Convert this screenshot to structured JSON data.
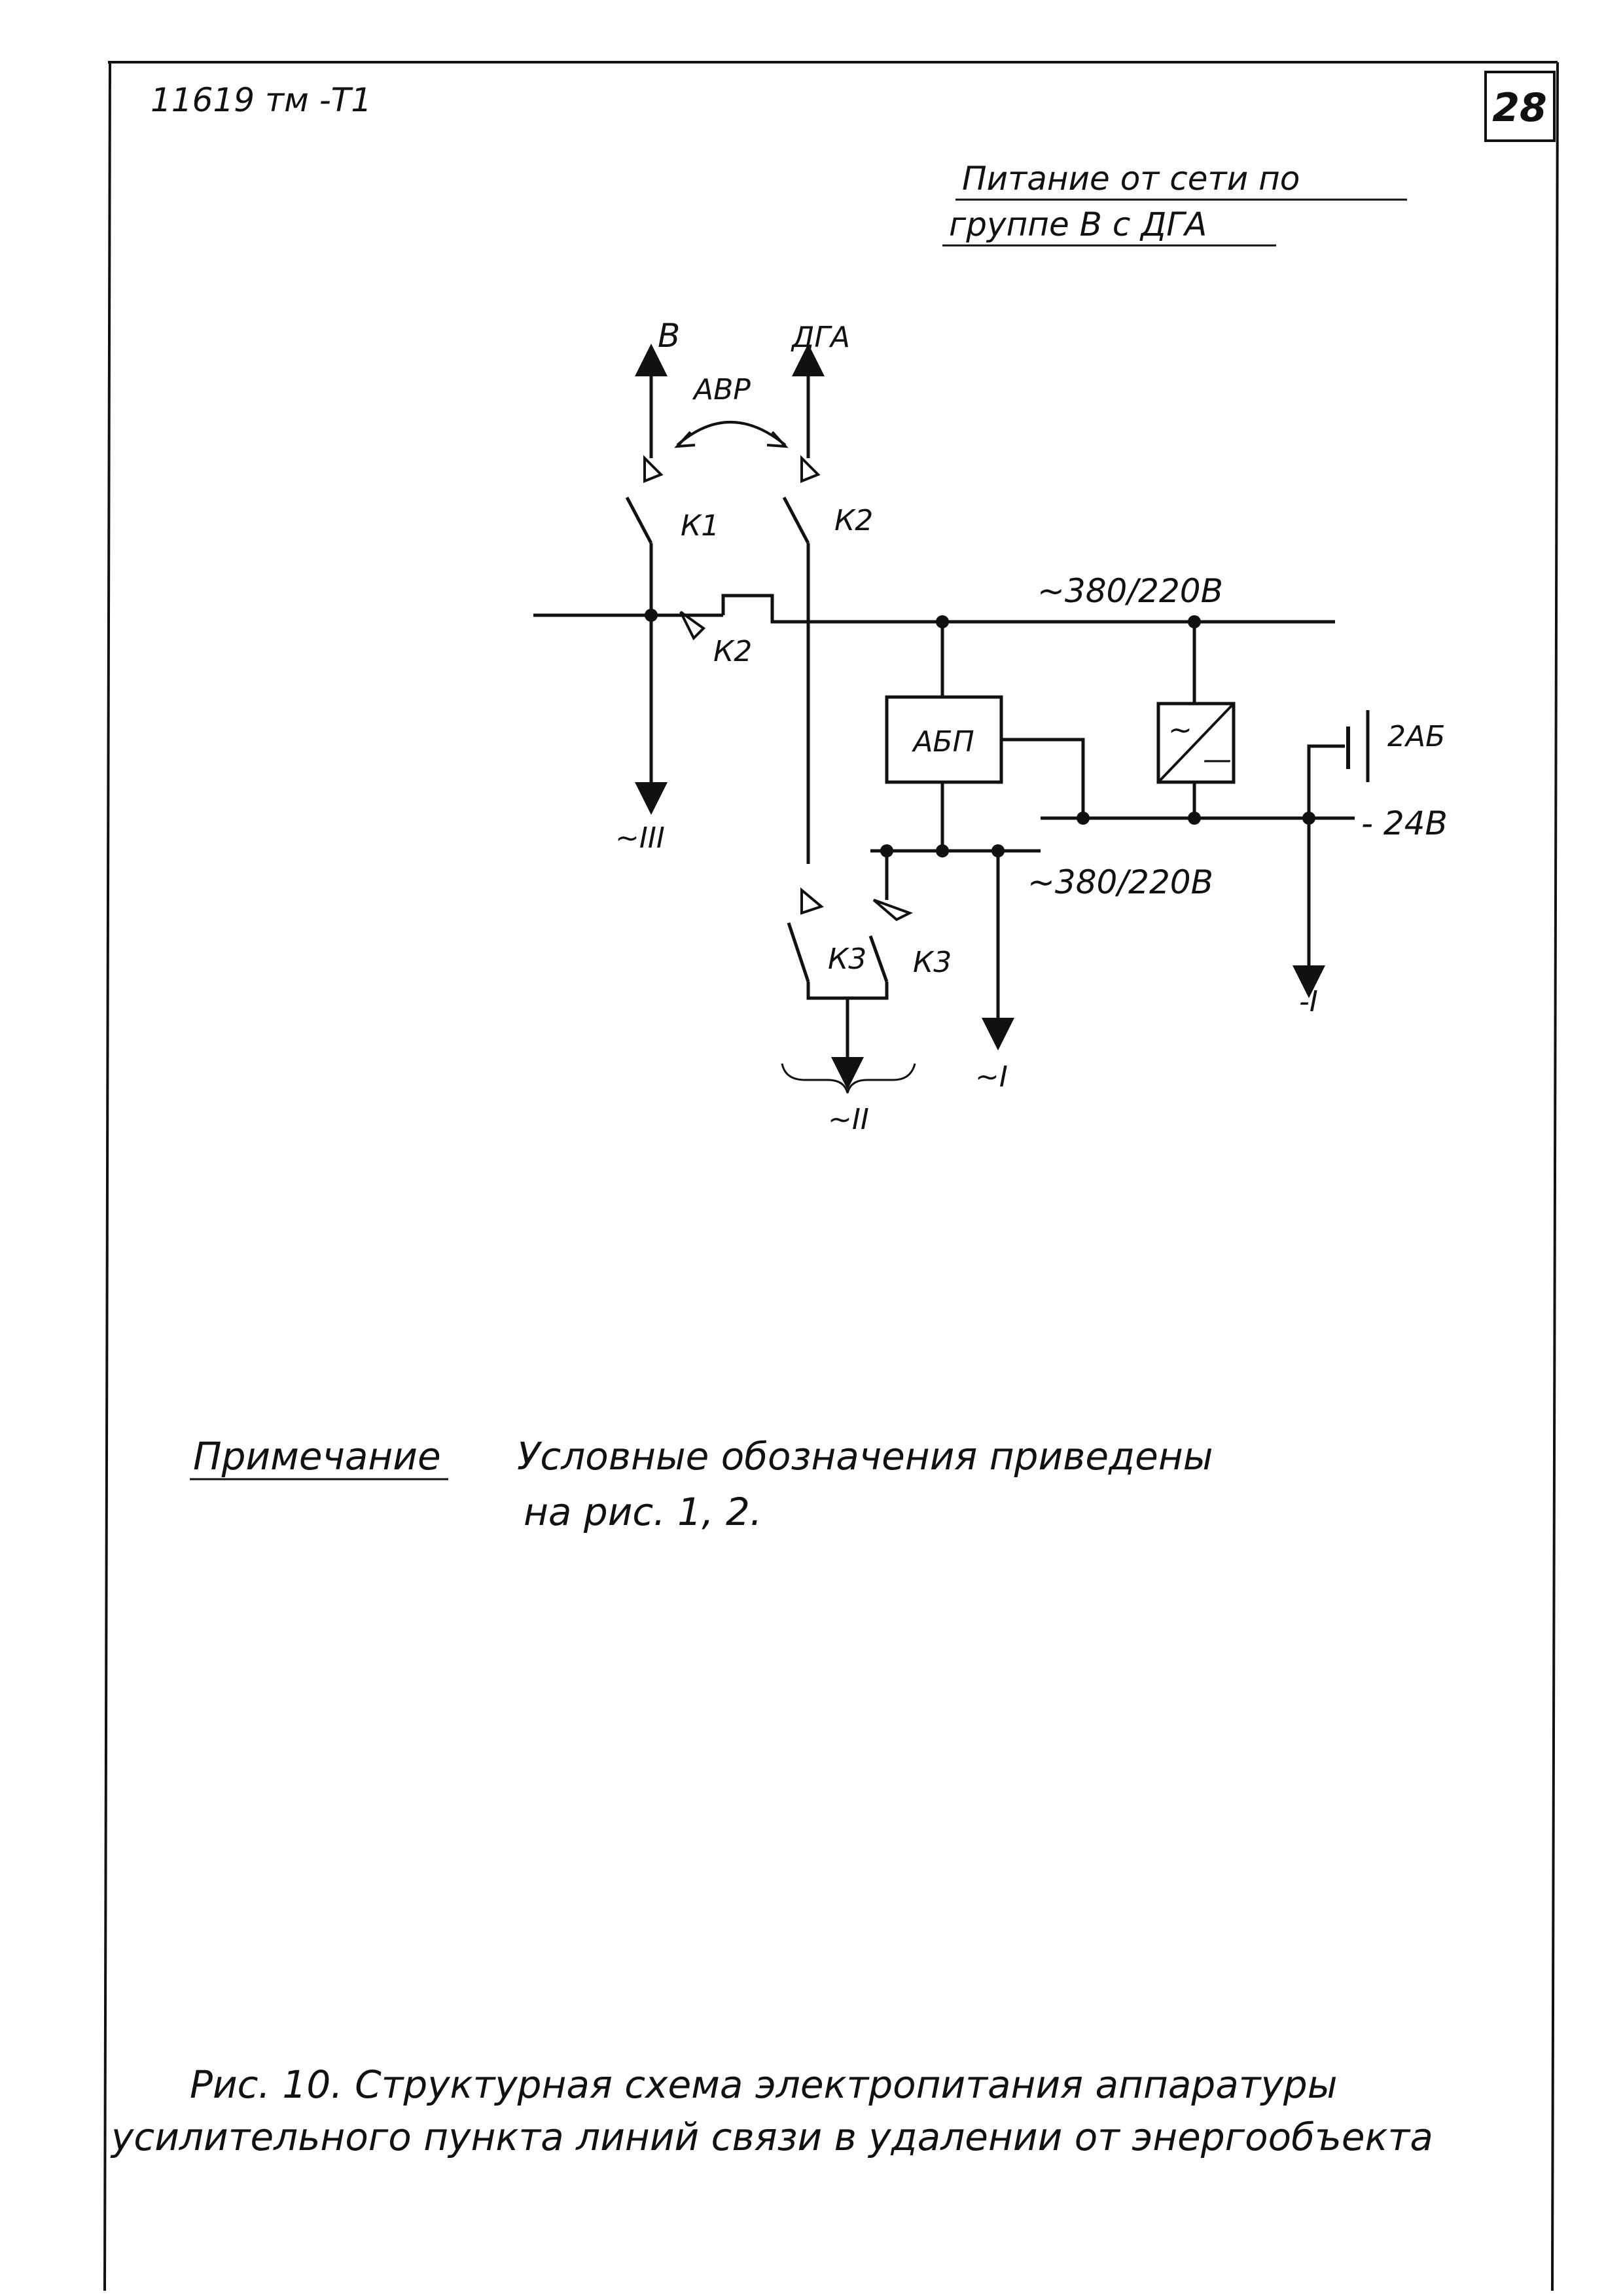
{
  "document": {
    "code": "11619 тм -Т1",
    "page_number": "28",
    "heading_line1": "Питание от сети по",
    "heading_line2": "группе В с ДГА",
    "note_label": "Примечание",
    "note_text_line1": "Условные обозначения приведены",
    "note_text_line2": "на рис. 1, 2.",
    "caption_line1": "Рис. 10.  Структурная схема электропитания аппаратуры",
    "caption_line2": "усилительного пункта линий связи в удалении от энергообъекта"
  },
  "diagram": {
    "source_left": "В",
    "source_right": "ДГА",
    "transfer_label": "АВР",
    "contactor_1": "К1",
    "contactor_2": "К2",
    "interlock_label": "К2",
    "bus_main": "~380/220В",
    "ups_label": "АБП",
    "battery_label": "2АБ",
    "dc_bus": "- 24В",
    "bus_secondary": "~380/220В",
    "contactor_3": "К3",
    "contactor_3_interlock": "К3",
    "output_3": "~III",
    "output_2": "~II",
    "output_1": "~I",
    "output_dc": "-I"
  }
}
